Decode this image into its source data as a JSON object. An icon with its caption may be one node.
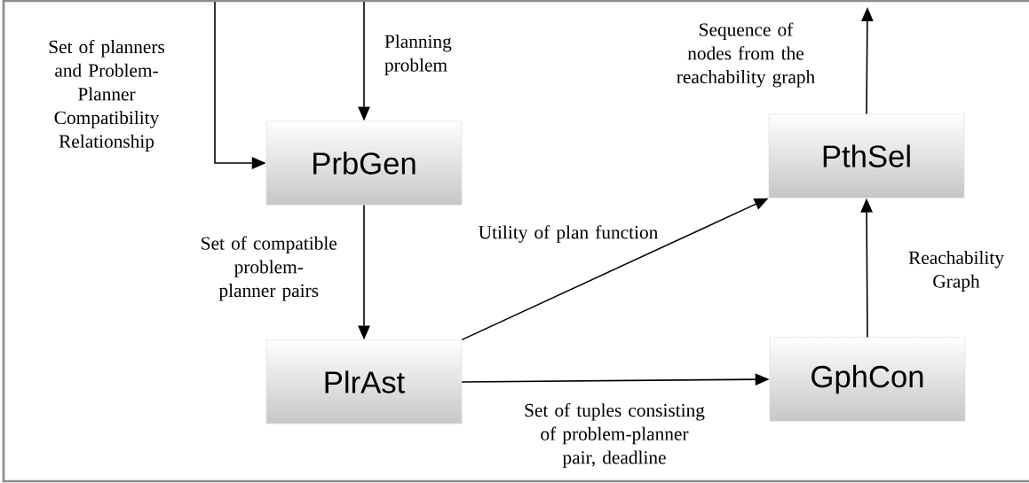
{
  "diagram": {
    "nodes": [
      {
        "text": [
          "PrbGen"
        ]
      },
      {
        "text": [
          "PthSel"
        ]
      },
      {
        "text": [
          "PlrAst"
        ]
      },
      {
        "text": [
          "GphCon"
        ]
      }
    ],
    "edges": [
      {
        "from": null,
        "to": 0,
        "arrow": "to",
        "label": "Set of planners and Problem-Planner Compatibility Relationship"
      },
      {
        "from": null,
        "to": 0,
        "arrow": "to",
        "label": "Planning problem"
      },
      {
        "from": 0,
        "to": 2,
        "arrow": "to",
        "label": "Set of compatible problem-planner pairs"
      },
      {
        "from": 2,
        "to": 1,
        "arrow": "to",
        "label": "Utility of plan function"
      },
      {
        "from": 2,
        "to": 3,
        "arrow": "to",
        "label": "Set of tuples consisting of problem-planner pair, deadline"
      },
      {
        "from": 3,
        "to": 1,
        "arrow": "to",
        "label": "Reachability Graph"
      },
      {
        "from": 1,
        "to": null,
        "arrow": "to",
        "label": "Sequence of nodes from the reachability graph"
      }
    ]
  }
}
